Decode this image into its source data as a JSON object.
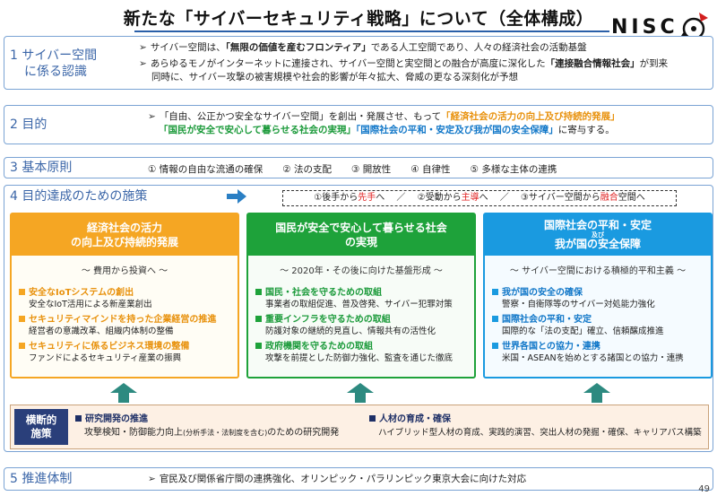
{
  "title": "新たな「サイバーセキュリティ戦略」について（全体構成）",
  "logo": {
    "text": "NISC"
  },
  "s1": {
    "label_l1": "1  サイバー空間",
    "label_l2": "に係る認識",
    "b1_pre": "サイバー空間は、",
    "b1_bold": "「無限の価値を産むフロンティア」",
    "b1_post": "である人工空間であり、人々の経済社会の活動基盤",
    "b2_pre": "あらゆるモノがインターネットに連接され、サイバー空間と実空間との融合が高度に深化した",
    "b2_bold": "「連接融合情報社会」",
    "b2_post": "が到来",
    "b2_l2": "同時に、サイバー攻撃の被害規模や社会的影響が年々拡大、脅威の更なる深刻化が予想"
  },
  "s2": {
    "label": "2  目的",
    "l1_pre": "「自由、公正かつ安全なサイバー空間」を創出・発展させ、もって",
    "l1_orange": "「経済社会の活力の向上及び持続的発展」",
    "l2_green": "「国民が安全で安心して暮らせる社会の実現」",
    "l2_blue": "「国際社会の平和・安定及び我が国の安全保障」",
    "l2_post": "に寄与する。"
  },
  "s3": {
    "label": "3  基本原則",
    "items": [
      "① 情報の自由な流通の確保",
      "② 法の支配",
      "③ 開放性",
      "④ 自律性",
      "⑤ 多様な主体の連携"
    ]
  },
  "s4": {
    "label": "4  目的達成のための施策",
    "dashed": {
      "p1a": "①後手から",
      "p1b": "先手",
      "p1c": "へ",
      "sep": "／",
      "p2a": "②受動から",
      "p2b": "主導",
      "p2c": "へ",
      "p3a": "③サイバー空間から",
      "p3b": "融合",
      "p3c": "空間へ"
    },
    "cards": [
      {
        "head_l1": "経済社会の活力",
        "head_l2": "の向上及び持続的発展",
        "head_small": "",
        "sub": "～ 費用から投資へ ～",
        "items": [
          {
            "title": "安全なIoTシステムの創出",
            "desc": "安全なIoT活用による新産業創出"
          },
          {
            "title": "セキュリティマインドを持った企業経営の推進",
            "desc": "経営者の意識改革、組織内体制の整備"
          },
          {
            "title": "セキュリティに係るビジネス環境の整備",
            "desc": "ファンドによるセキュリティ産業の振興"
          }
        ]
      },
      {
        "head_l1": "国民が安全で安心して暮らせる社会",
        "head_l2": "の実現",
        "head_small": "",
        "sub": "～ 2020年・その後に向けた基盤形成 ～",
        "items": [
          {
            "title": "国民・社会を守るための取組",
            "desc": "事業者の取組促進、普及啓発、サイバー犯罪対策"
          },
          {
            "title": "重要インフラを守るための取組",
            "desc": "防護対象の継続的見直し、情報共有の活性化"
          },
          {
            "title": "政府機関を守るための取組",
            "desc": "攻撃を前提とした防御力強化、監査を通じた徹底"
          }
        ]
      },
      {
        "head_l1": "国際社会の平和・安定",
        "head_small": "及び",
        "head_l2": "我が国の安全保障",
        "sub": "～ サイバー空間における積極的平和主義 ～",
        "items": [
          {
            "title": "我が国の安全の確保",
            "desc": "警察・自衛隊等のサイバー対処能力強化"
          },
          {
            "title": "国際社会の平和・安定",
            "desc": "国際的な「法の支配」確立、信頼醸成推進"
          },
          {
            "title": "世界各国との協力・連携",
            "desc": "米国・ASEANを始めとする諸国との協力・連携"
          }
        ]
      }
    ],
    "cross": {
      "label_l1": "横断的",
      "label_l2": "施策",
      "c1_title": "研究開発の推進",
      "c1_desc_a": "攻撃検知・防御能力向上",
      "c1_desc_small": "(分析手法・法制度を含む)",
      "c1_desc_b": "のための研究開発",
      "c2_title": "人材の育成・確保",
      "c2_desc": "ハイブリッド型人材の育成、実践的演習、突出人材の発掘・確保、キャリアパス構築"
    }
  },
  "s5": {
    "label": "5  推進体制",
    "text": "官民及び関係省庁間の連携強化、オリンピック・パラリンピック東京大会に向けた対応"
  },
  "page_number": "49",
  "colors": {
    "orange": "#f5a623",
    "green": "#1ea23a",
    "blue": "#1a9ae0",
    "frame": "#7aa3d4",
    "navy": "#2a3f7a"
  }
}
